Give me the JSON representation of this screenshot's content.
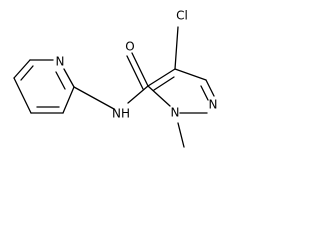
{
  "molecule": {
    "atoms": {
      "chlorine": "Cl",
      "carbonyl_oxygen": "O",
      "amide_nitrogen": "NH",
      "pyridine_nitrogen": "N",
      "pyrazole_n1": "N",
      "pyrazole_n2": "N"
    }
  }
}
